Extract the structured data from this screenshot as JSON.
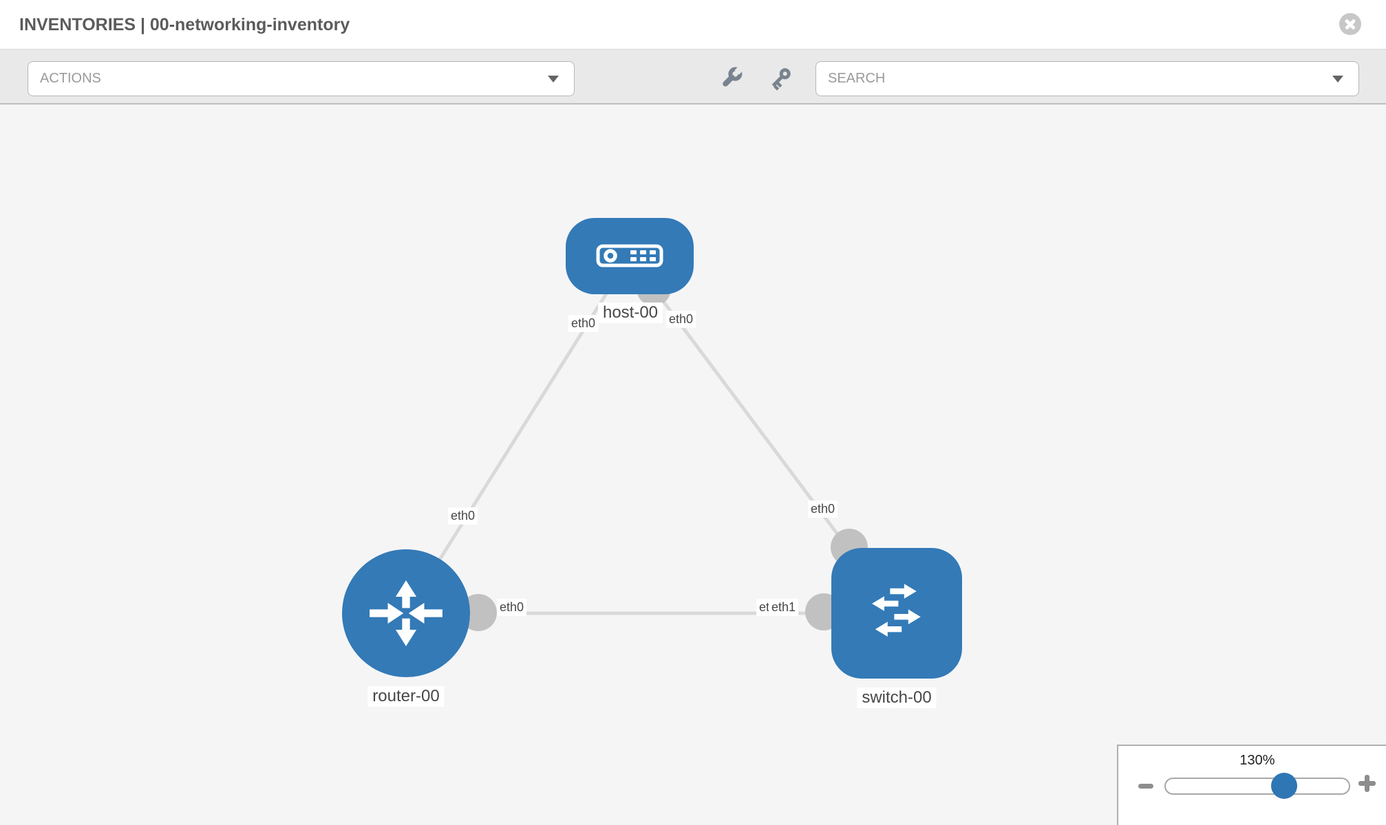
{
  "header": {
    "title": "INVENTORIES | 00-networking-inventory"
  },
  "toolbar": {
    "actions": {
      "label": "ACTIONS"
    },
    "tools": [
      {
        "icon": "wrench-icon"
      },
      {
        "icon": "key-icon"
      }
    ],
    "search": {
      "placeholder": "SEARCH"
    }
  },
  "colors": {
    "node_blue": "#337ab7",
    "edge_gray": "#d9d9d9",
    "port_gray": "#c1c1c1",
    "thumb_blue": "#2f76b5"
  },
  "topology": {
    "nodes": [
      {
        "id": "host-00",
        "type": "host"
      },
      {
        "id": "router-00",
        "type": "router"
      },
      {
        "id": "switch-00",
        "type": "switch"
      }
    ],
    "links": [
      {
        "source": "host-00",
        "source_if": "eth0",
        "target": "router-00",
        "target_if": "eth0"
      },
      {
        "source": "host-00",
        "source_if": "eth0",
        "target": "switch-00",
        "target_if": "eth0"
      },
      {
        "source": "router-00",
        "source_if": "eth0",
        "target": "switch-00",
        "target_if": "eth1",
        "target_if_under": "eth0"
      }
    ]
  },
  "zoom_control": {
    "level": "130%"
  }
}
